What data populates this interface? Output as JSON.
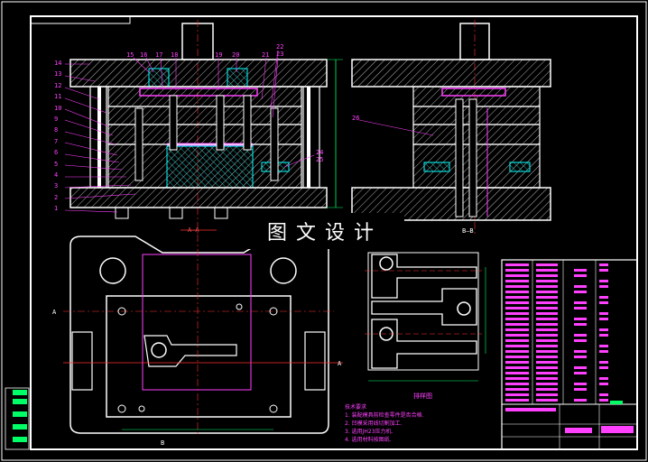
{
  "watermark": {
    "text": "图文设计"
  },
  "left_view_label": "A—A",
  "right_view_label": "B—B",
  "bottom_section_left": "A",
  "bottom_section_right": "A",
  "bottom_section_b": "B",
  "strip_label": "排样图",
  "notes_title": "技术要求",
  "notes": [
    "1. 装配模具前检查零件是否合格.",
    "2. 凹模采用线切割加工.",
    "3. 选用JH23压力机.",
    "4. 选用材料按图纸."
  ],
  "part_numbers_left": [
    "14",
    "13",
    "12",
    "11",
    "10",
    "9",
    "8",
    "7",
    "6",
    "5",
    "4",
    "3",
    "2",
    "1"
  ],
  "part_numbers_top": [
    "15",
    "16",
    "17",
    "18",
    "19",
    "20",
    "21",
    "22",
    "23"
  ],
  "part_numbers_right": [
    "24",
    "25"
  ],
  "part_number_b": "26",
  "colors": {
    "outline": "#ffffff",
    "part": "#ff40ff",
    "center": "#ff3030",
    "dim": "#00ff66",
    "hatch": "#00ffff",
    "bg": "#000000"
  }
}
